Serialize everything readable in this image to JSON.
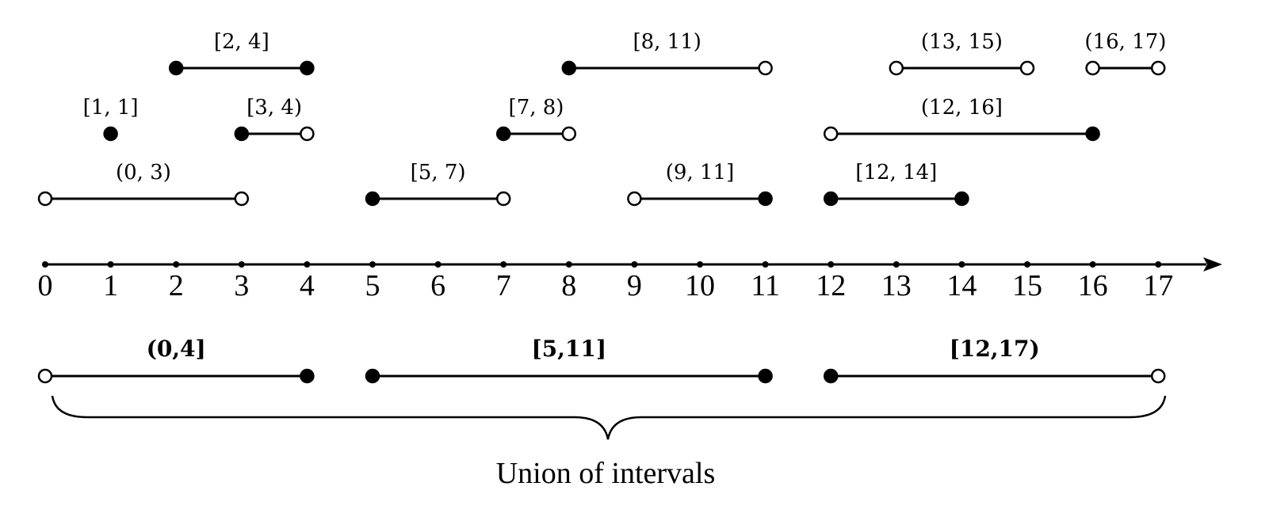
{
  "axis": {
    "ticks": [
      0,
      1,
      2,
      3,
      4,
      5,
      6,
      7,
      8,
      9,
      10,
      11,
      12,
      13,
      14,
      15,
      16,
      17
    ]
  },
  "intervals": [
    {
      "label": "[2, 4]",
      "start": 2,
      "end": 4,
      "left_closed": true,
      "right_closed": true,
      "row": 1
    },
    {
      "label": "[8, 11)",
      "start": 8,
      "end": 11,
      "left_closed": true,
      "right_closed": false,
      "row": 1
    },
    {
      "label": "(13, 15)",
      "start": 13,
      "end": 15,
      "left_closed": false,
      "right_closed": false,
      "row": 1
    },
    {
      "label": "(16, 17)",
      "start": 16,
      "end": 17,
      "left_closed": false,
      "right_closed": false,
      "row": 1
    },
    {
      "label": "[1, 1]",
      "start": 1,
      "end": 1,
      "left_closed": true,
      "right_closed": true,
      "row": 2
    },
    {
      "label": "[3, 4)",
      "start": 3,
      "end": 4,
      "left_closed": true,
      "right_closed": false,
      "row": 2
    },
    {
      "label": "[7, 8)",
      "start": 7,
      "end": 8,
      "left_closed": true,
      "right_closed": false,
      "row": 2
    },
    {
      "label": "(12, 16]",
      "start": 12,
      "end": 16,
      "left_closed": false,
      "right_closed": true,
      "row": 2
    },
    {
      "label": "(0, 3)",
      "start": 0,
      "end": 3,
      "left_closed": false,
      "right_closed": false,
      "row": 3
    },
    {
      "label": "[5, 7)",
      "start": 5,
      "end": 7,
      "left_closed": true,
      "right_closed": false,
      "row": 3
    },
    {
      "label": "(9, 11]",
      "start": 9,
      "end": 11,
      "left_closed": false,
      "right_closed": true,
      "row": 3
    },
    {
      "label": "[12, 14]",
      "start": 12,
      "end": 14,
      "left_closed": true,
      "right_closed": true,
      "row": 3
    }
  ],
  "union": [
    {
      "label": "(0,4]",
      "start": 0,
      "end": 4,
      "left_closed": false,
      "right_closed": true
    },
    {
      "label": "[5,11]",
      "start": 5,
      "end": 11,
      "left_closed": true,
      "right_closed": true
    },
    {
      "label": "[12,17)",
      "start": 12,
      "end": 17,
      "left_closed": true,
      "right_closed": false
    }
  ],
  "caption": "Union of intervals"
}
